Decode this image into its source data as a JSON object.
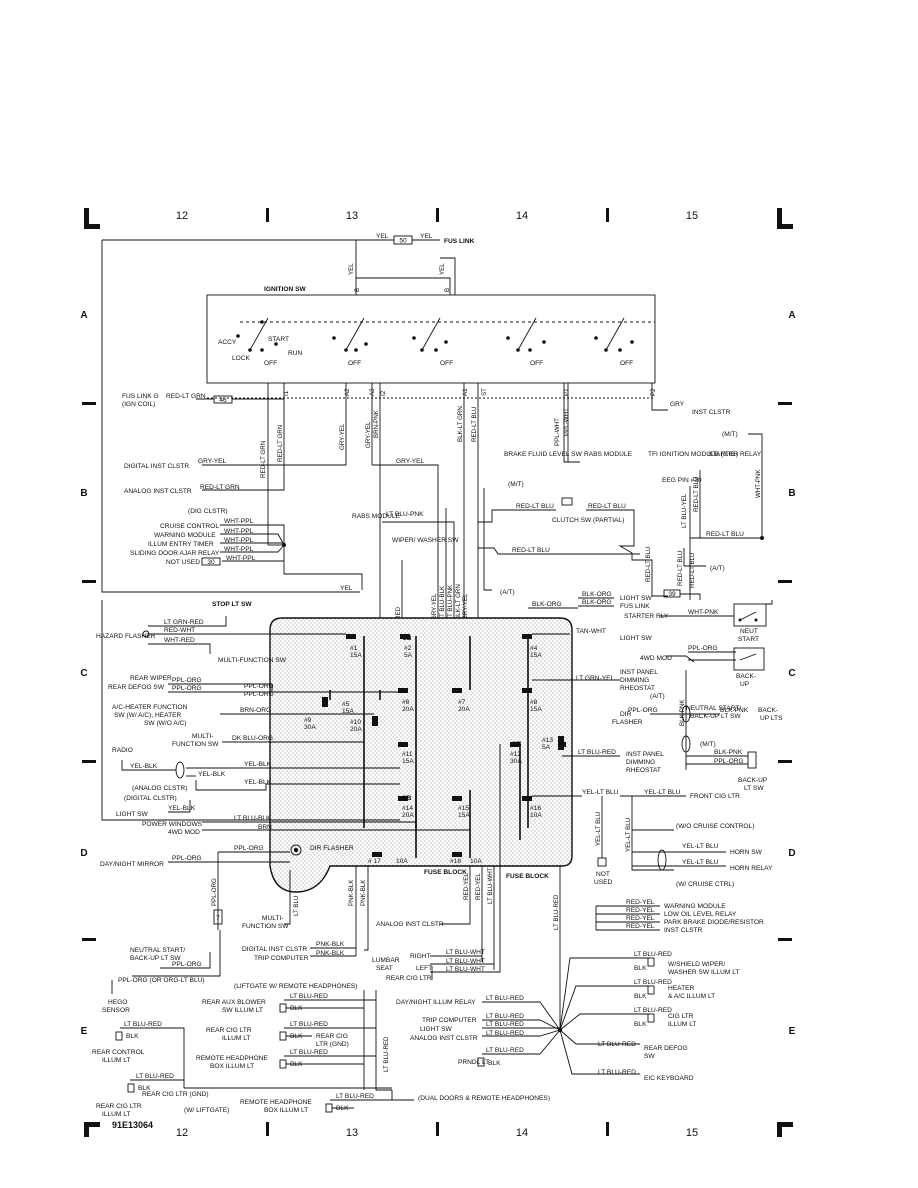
{
  "doc_code": "91E13064",
  "grid": {
    "columns": [
      "12",
      "13",
      "14",
      "15"
    ],
    "rows": [
      "A",
      "B",
      "C",
      "D",
      "E"
    ]
  },
  "top_labels": {
    "fus_link": "FUS LINK",
    "fus_link_value": "50",
    "yel": "YEL",
    "ignition_sw": "IGNITION SW"
  },
  "ign_positions": {
    "accy": "ACCY",
    "start": "START",
    "lock": "LOCK",
    "off": "OFF",
    "run": "RUN"
  },
  "ign_terminals": [
    "B",
    "B",
    "I1",
    "A2",
    "A3",
    "I2",
    "A1",
    "ST",
    "P1",
    "P2"
  ],
  "left_labels": {
    "fus_link_g": "FUS LINK G",
    "ign_coil": "(IGN COIL)",
    "red_lt_grn": "RED-LT GRN",
    "v46": "46",
    "digital_inst_clstr": "DIGITAL INST CLSTR",
    "gry_yel": "GRY-YEL",
    "analog_inst_clstr": "ANALOG INST CLSTR",
    "dig_clstr": "(DIG CLSTR)",
    "cruise_control": "CRUISE CONTROL",
    "warning_module": "WARNING MODULE",
    "illum_entry_timer": "ILLUM ENTRY TIMER",
    "sliding_door": "SLIDING DOOR AJAR RELAY",
    "not_used": "NOT USED",
    "v30": "30",
    "wht_ppl": "WHT-PPL",
    "stop_lt_sw": "STOP LT SW",
    "lt_grn_red": "LT GRN-RED",
    "red_wht": "RED-WHT",
    "wht_red": "WHT-RED",
    "hazard_flasher": "HAZARD FLASHER",
    "multi_function_sw": "MULTI-FUNCTION SW",
    "rear_wiper": "REAR WIPER",
    "rear_defog_sw": "REAR DEFOG SW",
    "ppl_org": "PPL-ORG",
    "ac_heater": "A/C HEATER FUNCTION SW (W/ A/C), HEATER SW (W/O A/C)",
    "brn_org": "BRN-ORG",
    "multi_function_sw2": "MULTI- FUNCTION SW",
    "dk_blu_org": "DK BLU-ORG",
    "radio": "RADIO",
    "yel_blk": "YEL-BLK",
    "analog_clstr": "(ANALOG CLSTR)",
    "digital_clstr": "(DIGITAL CLSTR)",
    "light_sw": "LIGHT SW",
    "power_windows": "POWER WINDOWS",
    "lt_blu_blk": "LT BLU-BLK",
    "mod_4wd": "4WD MOD",
    "brn": "BRN",
    "day_night_mirror": "DAY/NIGHT MIRROR",
    "dir_flasher": "DIR FLASHER",
    "multi_function_sw3": "MULTI- FUNCTION SW",
    "lt_blu": "LT BLU",
    "digital_inst_clstr2": "DIGITAL INST CLSTR",
    "trip_computer": "TRIP COMPUTER",
    "pnk_blk": "PNK-BLK",
    "neutral_start": "NEUTRAL START/ BACK-UP LT SW",
    "ppl_org_or": "PPL-ORG (OR ORG-LT BLU)",
    "hego_sensor": "HEGO SENSOR",
    "v7": "7"
  },
  "center_labels": {
    "wiper_washer_sw": "WIPER/ WASHER SW",
    "rabs_module": "RABS MODULE",
    "lt_blu_pnk": "LT BLU-PNK",
    "brake_fluid": "BRAKE FLUID LEVEL SW",
    "rabs_module2": "RABS MODULE",
    "clutch_sw": "CLUTCH SW (PARTIAL)",
    "mt": "(M/T)",
    "at": "(A/T)",
    "red_lt_blu": "RED-LT BLU",
    "fuse_block": "FUSE BLOCK",
    "fuse_block2": "FUSE BLOCK",
    "analog_inst_clstr": "ANALOG INST CLSTR",
    "lumbar_seat": "LUMBAR SEAT",
    "right": "RIGHT",
    "left": "LEFT",
    "rear_cig_ltr": "REAR CIG LTR",
    "lt_blu_wht": "LT BLU-WHT",
    "not_used": "NOT USED",
    "red_yel": "RED-YEL",
    "lt_blu_red": "LT BLU-RED"
  },
  "fuses": [
    {
      "id": "#1",
      "rating": "15A"
    },
    {
      "id": "#2",
      "rating": "5A"
    },
    {
      "id": "#4",
      "rating": "15A"
    },
    {
      "id": "#5",
      "rating": "15A"
    },
    {
      "id": "#6",
      "rating": "20A"
    },
    {
      "id": "#7",
      "rating": "20A"
    },
    {
      "id": "#8",
      "rating": "15A"
    },
    {
      "id": "#9",
      "rating": "30A"
    },
    {
      "id": "#10",
      "rating": "20A"
    },
    {
      "id": "#11",
      "rating": "15A"
    },
    {
      "id": "#12",
      "rating": "30A"
    },
    {
      "id": "#13",
      "rating": "5A"
    },
    {
      "id": "#14",
      "rating": "20A"
    },
    {
      "id": "#15",
      "rating": "15A"
    },
    {
      "id": "#16",
      "rating": "10A"
    },
    {
      "id": "# 17",
      "rating": "10A"
    },
    {
      "id": "#18",
      "rating": "10A"
    }
  ],
  "right_labels": {
    "gry": "GRY",
    "inst_clstr": "INST CLSTR",
    "tfi_ignition": "TFI IGNITION MODULE (3.0L)",
    "starter_relay": "STARTER RELAY",
    "eeg_pin": "EEG PIN #30",
    "wht_pnk": "WHT-PNK",
    "lt_blu_yel": "LT BLU-YEL",
    "red_lt_blu": "RED-LT BLU",
    "v39": "39",
    "blk_org": "BLK-ORG",
    "light_sw": "LIGHT SW",
    "fus_link": "FUS LINK",
    "starter_rly": "STARTER RLY",
    "neut_start": "NEUT START",
    "tan_wht": "TAN-WHT",
    "light_sw2": "LIGHT SW",
    "mod_4wd": "4WD MOD",
    "back_up": "BACK- UP",
    "lt_grn_yel": "LT GRN-YEL",
    "inst_panel_dimming": "INST PANEL DIMMING RHEOSTAT",
    "neutral_start": "NEUTRAL START/ BACK-UP LT SW",
    "dir_flasher": "DIR FLASHER",
    "blk_pnk": "BLK-PNK",
    "back_up_lts": "BACK- UP LTS",
    "inst_panel2": "INST PANEL DIMMING RHEOSTAT",
    "back_up_lt_sw": "BACK-UP LT SW",
    "front_cig_ltr": "FRONT CIG LTR",
    "yel_lt_blu": "YEL-LT BLU",
    "wo_cruise": "(W/O CRUISE CONTROL)",
    "horn_sw": "HORN SW",
    "horn_relay": "HORN RELAY",
    "w_cruise": "(W/ CRUISE CTRL)",
    "warning_module": "WARNING MODULE",
    "low_oil": "LOW OIL LEVEL RELAY",
    "park_brake": "PARK BRAKE DIODE/RESISTOR",
    "inst_clstr2": "INST CLSTR",
    "wshield": "W/SHIELD WIPER/ WASHER SW ILLUM LT",
    "heater_ac": "HEATER & A/C ILLUM LT",
    "cig_ltr_illum": "CIG LTR ILLUM LT",
    "rear_defog_sw": "REAR DEFOG SW",
    "eic_keyboard": "EIC KEYBOARD"
  },
  "bottom_labels": {
    "liftgate": "(LIFTGATE W/ REMOTE HEADPHONES)",
    "rear_aux": "REAR AUX BLOWER SW ILLUM LT",
    "rear_cig_ltr_illum": "REAR CIG LTR ILLUM LT",
    "rear_cig_ltr_gnd": "REAR CIG LTR (GND)",
    "remote_headphone": "REMOTE HEADPHONE BOX ILLUM LT",
    "blk": "BLK",
    "rear_control": "REAR CONTROL ILLUM LT",
    "rear_cig_ltr_gnd2": "REAR CIG LTR (GND)",
    "rear_cig_ltr_illum2": "REAR CIG LTR ILLUM LT",
    "w_liftgate": "(W/ LIFTGATE)",
    "remote_headphone2": "REMOTE HEADPHONE BOX ILLUM LT",
    "dual_doors": "(DUAL DOORS & REMOTE HEADPHONES)",
    "day_night_relay": "DAY/NIGHT ILLUM RELAY",
    "trip_computer": "TRIP COMPUTER",
    "light_sw": "LIGHT SW",
    "analog_inst": "ANALOG INST CLSTR",
    "prndl": "PRNDL LT"
  }
}
